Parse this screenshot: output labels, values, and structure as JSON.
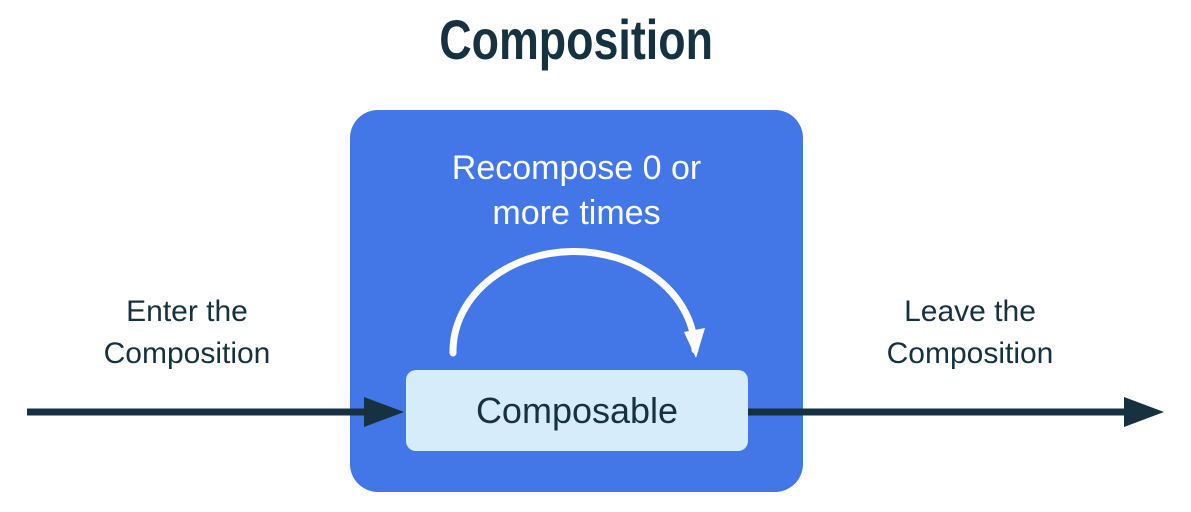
{
  "title": "Composition",
  "diagram": {
    "enter_label": {
      "line1": "Enter the",
      "line2": "Composition"
    },
    "leave_label": {
      "line1": "Leave the",
      "line2": "Composition"
    },
    "recompose_label": {
      "line1": "Recompose 0 or",
      "line2": "more times"
    },
    "composable_label": "Composable",
    "arrows": [
      {
        "name": "enter-arrow",
        "description": "horizontal arrow entering the composition box",
        "color": "#16313F"
      },
      {
        "name": "leave-arrow",
        "description": "horizontal arrow leaving the composition box",
        "color": "#16313F"
      },
      {
        "name": "recompose-loop-arrow",
        "description": "semicircular arrow looping over the composable",
        "color": "#FFFFFF"
      }
    ]
  },
  "colors": {
    "background": "#FFFFFF",
    "text_dark": "#16313F",
    "composition_blue": "#4377E8",
    "composable_light_blue": "#D6ECFB",
    "arc_white": "#FFFFFF"
  }
}
